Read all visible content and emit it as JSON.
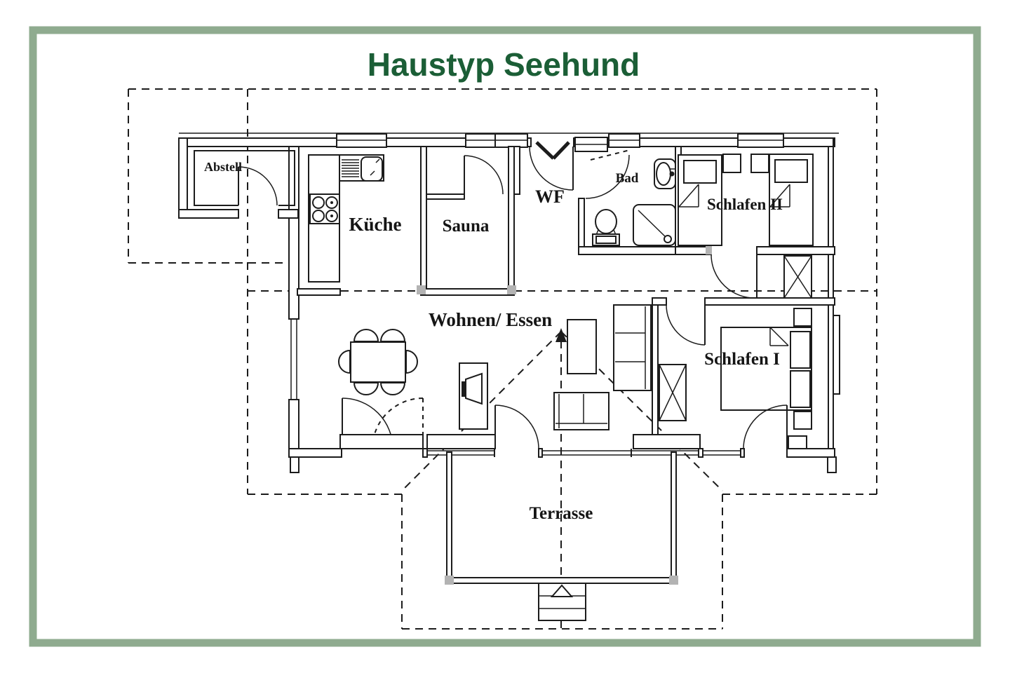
{
  "page": {
    "title": "Haustyp Seehund"
  },
  "colors": {
    "frame_green": "#8fab8f",
    "title_green": "#1b5e36",
    "line_black": "#1c1c1c",
    "post_gray": "#b3b3b3",
    "background": "#ffffff"
  },
  "rooms": {
    "abstell": {
      "label": "Abstell"
    },
    "kueche": {
      "label": "Küche"
    },
    "sauna": {
      "label": "Sauna"
    },
    "wf": {
      "label": "WF"
    },
    "bad": {
      "label": "Bad"
    },
    "schlafen2": {
      "label": "Schlafen II"
    },
    "wohnen": {
      "label": "Wohnen/ Essen"
    },
    "schlafen1": {
      "label": "Schlafen I"
    },
    "terrasse": {
      "label": "Terrasse"
    }
  }
}
